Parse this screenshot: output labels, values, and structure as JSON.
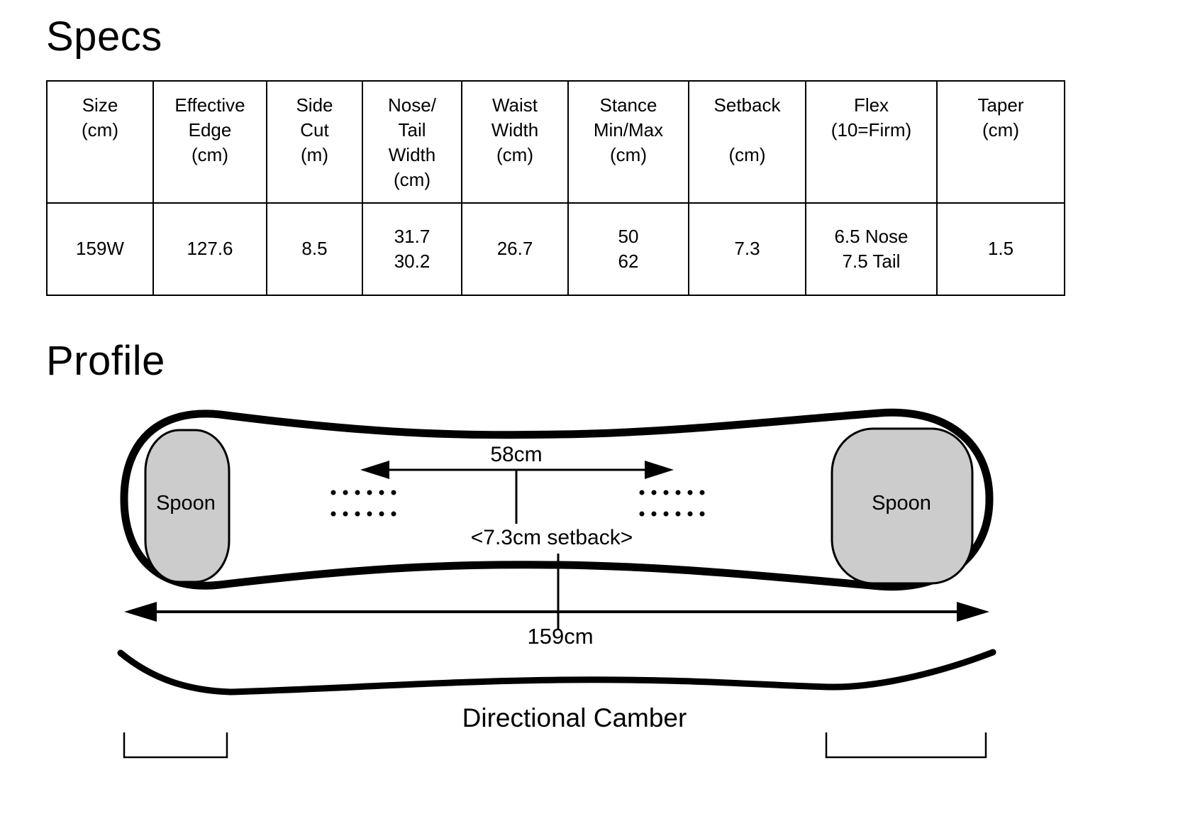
{
  "page": {
    "background": "#ffffff",
    "text_color": "#000000"
  },
  "specs": {
    "title": "Specs",
    "table": {
      "headers": [
        "Size\n(cm)",
        "Effective\nEdge\n(cm)",
        "Side\nCut\n(m)",
        "Nose/\nTail\nWidth\n(cm)",
        "Waist\nWidth\n(cm)",
        "Stance\nMin/Max\n(cm)",
        "Setback\n\n(cm)",
        "Flex\n(10=Firm)",
        "Taper\n(cm)"
      ],
      "row": [
        "159W",
        "127.6",
        "8.5",
        "31.7\n30.2",
        "26.7",
        "50\n62",
        "7.3",
        "6.5 Nose\n7.5 Tail",
        "1.5"
      ]
    }
  },
  "profile": {
    "title": "Profile",
    "labels": {
      "spoon_left": "Spoon",
      "spoon_right": "Spoon",
      "stance_width": "58cm",
      "setback": "<7.3cm setback>",
      "board_length": "159cm",
      "camber": "Directional Camber"
    },
    "colors": {
      "spoon_fill": "#cccccc",
      "outline": "#000000"
    }
  }
}
